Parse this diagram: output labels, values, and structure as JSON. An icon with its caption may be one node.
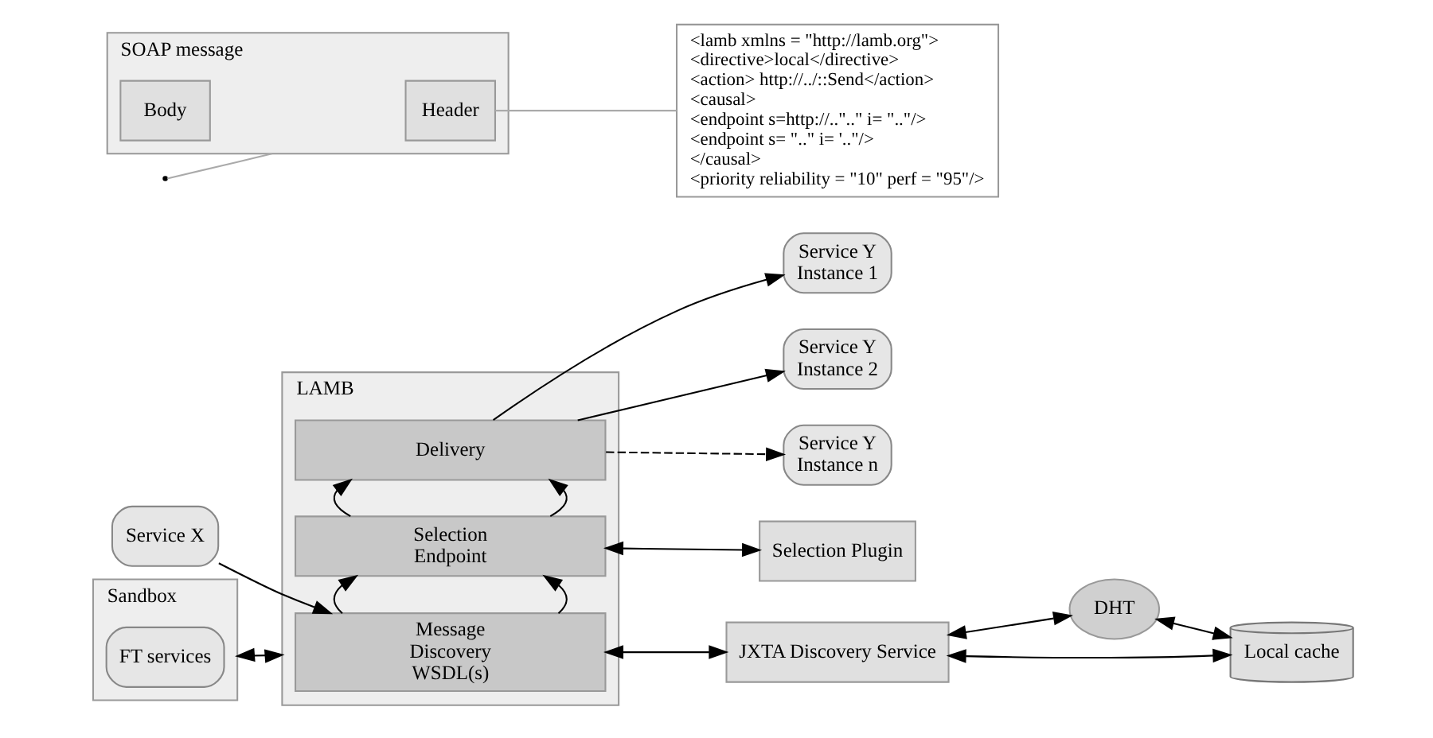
{
  "diagram": {
    "nodes": [
      {
        "text": [
          "Service X"
        ]
      },
      {
        "text": [
          "SOAP message"
        ]
      },
      {
        "text": [
          "Header"
        ],
        "in": 1
      },
      {
        "text": [
          "Body"
        ],
        "in": 1
      },
      {
        "text": [
          "<lamb xmlns = \"http://lamb.org\">",
          "<directive>local</directive>",
          "<action> http://../::Send</action>",
          "<causal>",
          "<endpoint s=http://..\"..\" i= \"..\"/>",
          "<endpoint s= \"..\" i= '..\"/>",
          "</causal>",
          "<priority reliability = \"10\" perf = \"95\"/>"
        ]
      },
      {
        "text": [
          "Sandbox"
        ]
      },
      {
        "text": [
          "FT services"
        ],
        "in": 5
      },
      {
        "text": [
          "LAMB"
        ]
      },
      {
        "text": [
          "Message",
          "Discovery",
          "WSDL(s)"
        ],
        "in": 7
      },
      {
        "text": [
          "Selection",
          "Endpoint"
        ],
        "in": 7
      },
      {
        "text": [
          "Delivery"
        ],
        "in": 7
      },
      {
        "text": [
          "JXTA Discovery Service"
        ]
      },
      {
        "text": [
          "Selection Plugin"
        ]
      },
      {
        "text": [
          "DHT"
        ]
      },
      {
        "text": [
          "Local cache"
        ]
      },
      {
        "text": [
          "Service Y",
          "Instance 1"
        ]
      },
      {
        "text": [
          "Service Y",
          "Instance 2"
        ]
      },
      {
        "text": [
          "Service Y",
          "Instance n"
        ]
      }
    ],
    "edges": [
      {
        "from": 0,
        "to": 8,
        "arrow": "to"
      },
      {
        "from": null,
        "to": 1,
        "arrow": "none",
        "color": "#aaaaaa"
      },
      {
        "from": 2,
        "to": 4,
        "arrow": "none",
        "color": "#aaaaaa"
      },
      {
        "from": 5,
        "to": 7,
        "arrow": "both"
      },
      {
        "from": 8,
        "to": 9,
        "arrow": "to"
      },
      {
        "from": 8,
        "to": 9,
        "arrow": "to"
      },
      {
        "from": 9,
        "to": 10,
        "arrow": "to"
      },
      {
        "from": 9,
        "to": 10,
        "arrow": "to"
      },
      {
        "from": 8,
        "to": 11,
        "arrow": "both"
      },
      {
        "from": 9,
        "to": 12,
        "arrow": "both"
      },
      {
        "from": 11,
        "to": 13,
        "arrow": "both"
      },
      {
        "from": 11,
        "to": 14,
        "arrow": "both"
      },
      {
        "from": 13,
        "to": 14,
        "arrow": "both"
      },
      {
        "from": 10,
        "to": 15,
        "arrow": "to"
      },
      {
        "from": 10,
        "to": 16,
        "arrow": "to"
      },
      {
        "from": 10,
        "to": 17,
        "arrow": "to",
        "style": "dashed"
      }
    ]
  }
}
